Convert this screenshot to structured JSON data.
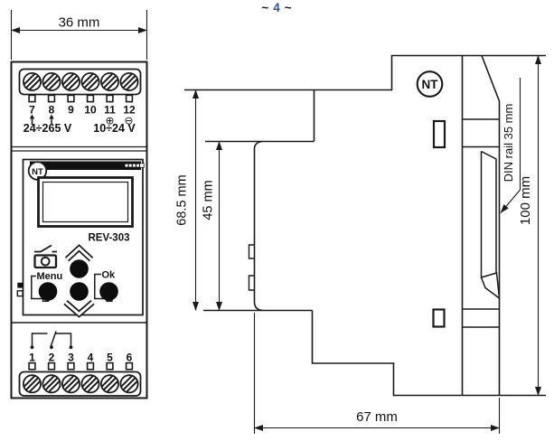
{
  "page": {
    "tilde": "~",
    "number": "4"
  },
  "front_view": {
    "width_dim": "36 mm",
    "logo": "NT",
    "model": "REV-303",
    "top_terminal_numbers": [
      "7",
      "8",
      "9",
      "10",
      "11",
      "12"
    ],
    "supply_range": "24÷265 V",
    "output_range": "10÷24 V",
    "plus_symbol": "⊕",
    "minus_symbol": "⊖",
    "menu_label": "Menu",
    "ok_label": "Ok",
    "bottom_terminal_numbers": [
      "1",
      "2",
      "3",
      "4",
      "5",
      "6"
    ]
  },
  "side_view": {
    "logo": "NT",
    "front_height_dim": "68.5 mm",
    "panel_height_dim": "45 mm",
    "total_height_dim": "100 mm",
    "depth_dim": "67 mm",
    "din_rail_label": "DIN rail 35 mm"
  },
  "colors": {
    "line": "#1a1a1a",
    "page_number_blue": "#2b52a3"
  }
}
